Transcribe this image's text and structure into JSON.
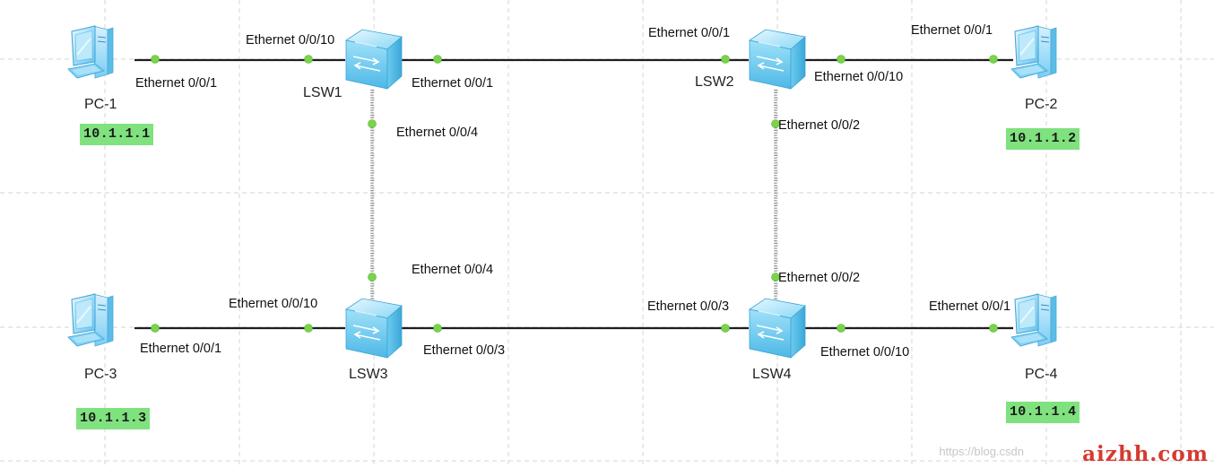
{
  "colors": {
    "ip_background": "#7FE27F",
    "port_dot": "#7AD34A",
    "link": "#1E1E1E",
    "brand": "#D63A2F"
  },
  "devices": [
    {
      "id": "pc1",
      "type": "pc",
      "name": "PC-1",
      "ip": "10.1.1.1"
    },
    {
      "id": "pc2",
      "type": "pc",
      "name": "PC-2",
      "ip": "10.1.1.2"
    },
    {
      "id": "pc3",
      "type": "pc",
      "name": "PC-3",
      "ip": "10.1.1.3"
    },
    {
      "id": "pc4",
      "type": "pc",
      "name": "PC-4",
      "ip": "10.1.1.4"
    },
    {
      "id": "lsw1",
      "type": "switch",
      "name": "LSW1"
    },
    {
      "id": "lsw2",
      "type": "switch",
      "name": "LSW2"
    },
    {
      "id": "lsw3",
      "type": "switch",
      "name": "LSW3"
    },
    {
      "id": "lsw4",
      "type": "switch",
      "name": "LSW4"
    }
  ],
  "links": [
    {
      "from": "pc1",
      "from_port": "Ethernet 0/0/1",
      "to": "lsw1",
      "to_port": "Ethernet 0/0/10"
    },
    {
      "from": "lsw1",
      "from_port": "Ethernet 0/0/1",
      "to": "lsw2",
      "to_port": "Ethernet 0/0/1"
    },
    {
      "from": "lsw2",
      "from_port": "Ethernet 0/0/10",
      "to": "pc2",
      "to_port": "Ethernet 0/0/1"
    },
    {
      "from": "lsw1",
      "from_port": "Ethernet 0/0/4",
      "to": "lsw3",
      "to_port": "Ethernet 0/0/4"
    },
    {
      "from": "lsw2",
      "from_port": "Ethernet 0/0/2",
      "to": "lsw4",
      "to_port": "Ethernet 0/0/2"
    },
    {
      "from": "pc3",
      "from_port": "Ethernet 0/0/1",
      "to": "lsw3",
      "to_port": "Ethernet 0/0/10"
    },
    {
      "from": "lsw3",
      "from_port": "Ethernet 0/0/3",
      "to": "lsw4",
      "to_port": "Ethernet 0/0/3"
    },
    {
      "from": "lsw4",
      "from_port": "Ethernet 0/0/10",
      "to": "pc4",
      "to_port": "Ethernet 0/0/1"
    }
  ],
  "watermark": "https://blog.csdn",
  "brand": "aizhh.com"
}
